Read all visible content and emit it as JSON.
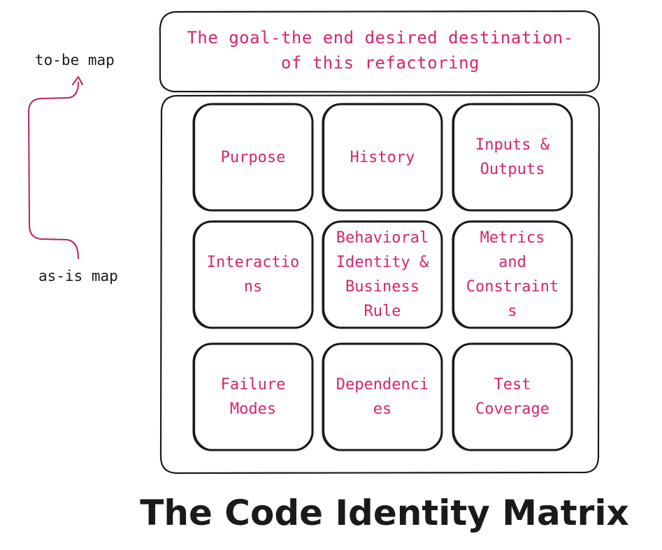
{
  "goal": {
    "lines": [
      "The goal-the end desired destination-",
      "of this refactoring"
    ]
  },
  "side_labels": {
    "to_be": "to-be map",
    "as_is": "as-is map"
  },
  "matrix": {
    "cells": [
      {
        "lines": [
          "Purpose"
        ]
      },
      {
        "lines": [
          "History"
        ]
      },
      {
        "lines": [
          "Inputs &",
          "Outputs"
        ]
      },
      {
        "lines": [
          "Interactio",
          "ns"
        ]
      },
      {
        "lines": [
          "Behavioral",
          "Identity &",
          "Business",
          "Rule"
        ]
      },
      {
        "lines": [
          "Metrics",
          "and",
          "Constraint",
          "s"
        ]
      },
      {
        "lines": [
          "Failure",
          "Modes"
        ]
      },
      {
        "lines": [
          "Dependenci",
          "es"
        ]
      },
      {
        "lines": [
          "Test",
          "Coverage"
        ]
      }
    ]
  },
  "title": "The Code Identity Matrix",
  "colors": {
    "accent": "#d6246e",
    "stroke": "#1a1a1a",
    "arrow": "#b0245e"
  }
}
